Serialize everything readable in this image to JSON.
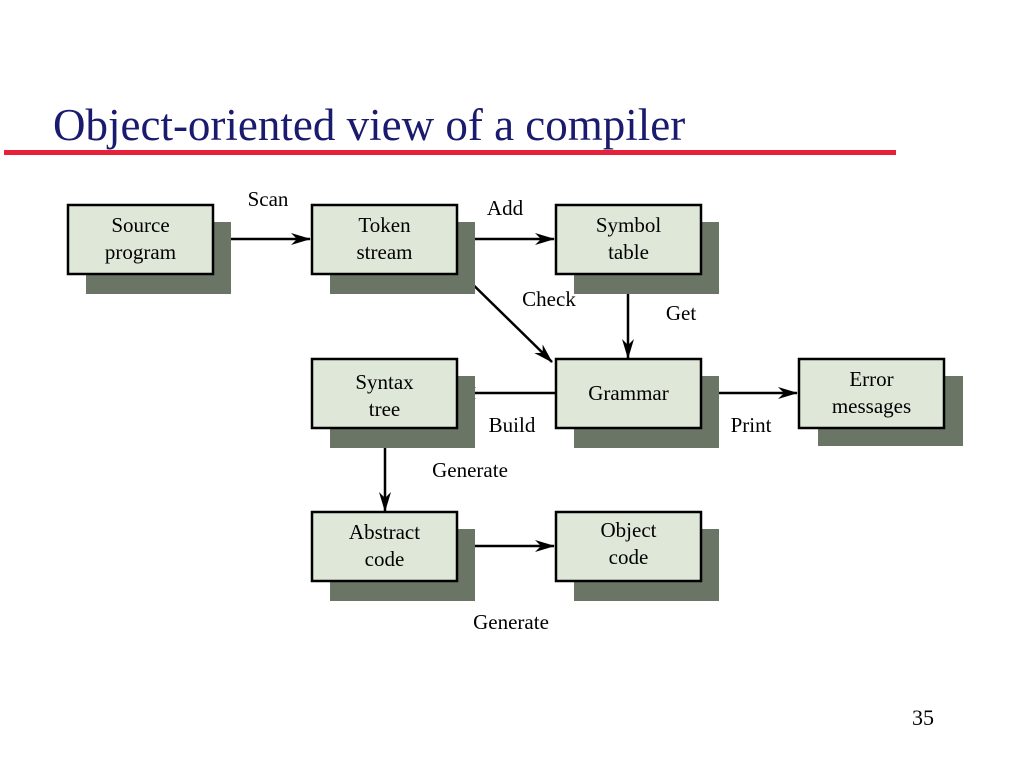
{
  "slide": {
    "title": "Object-oriented view of a compiler",
    "page_number": "35"
  },
  "colors": {
    "title": "#1a1a6e",
    "rule": "#e8203a",
    "box_fill": "#dfe8d8",
    "box_shadow": "#6b7566",
    "box_border": "#000000"
  },
  "nodes": {
    "source_program": [
      "Source",
      "program"
    ],
    "token_stream": [
      "Token",
      "stream"
    ],
    "symbol_table": [
      "Symbol",
      "table"
    ],
    "grammar": [
      "Grammar"
    ],
    "syntax_tree": [
      "Syntax",
      "tree"
    ],
    "error_messages": [
      "Error",
      "messages"
    ],
    "abstract_code": [
      "Abstract",
      "code"
    ],
    "object_code": [
      "Object",
      "code"
    ]
  },
  "edges": {
    "scan": "Scan",
    "add": "Add",
    "check": "Check",
    "get": "Get",
    "build": "Build",
    "print": "Print",
    "generate_tree": "Generate",
    "generate_code": "Generate"
  }
}
